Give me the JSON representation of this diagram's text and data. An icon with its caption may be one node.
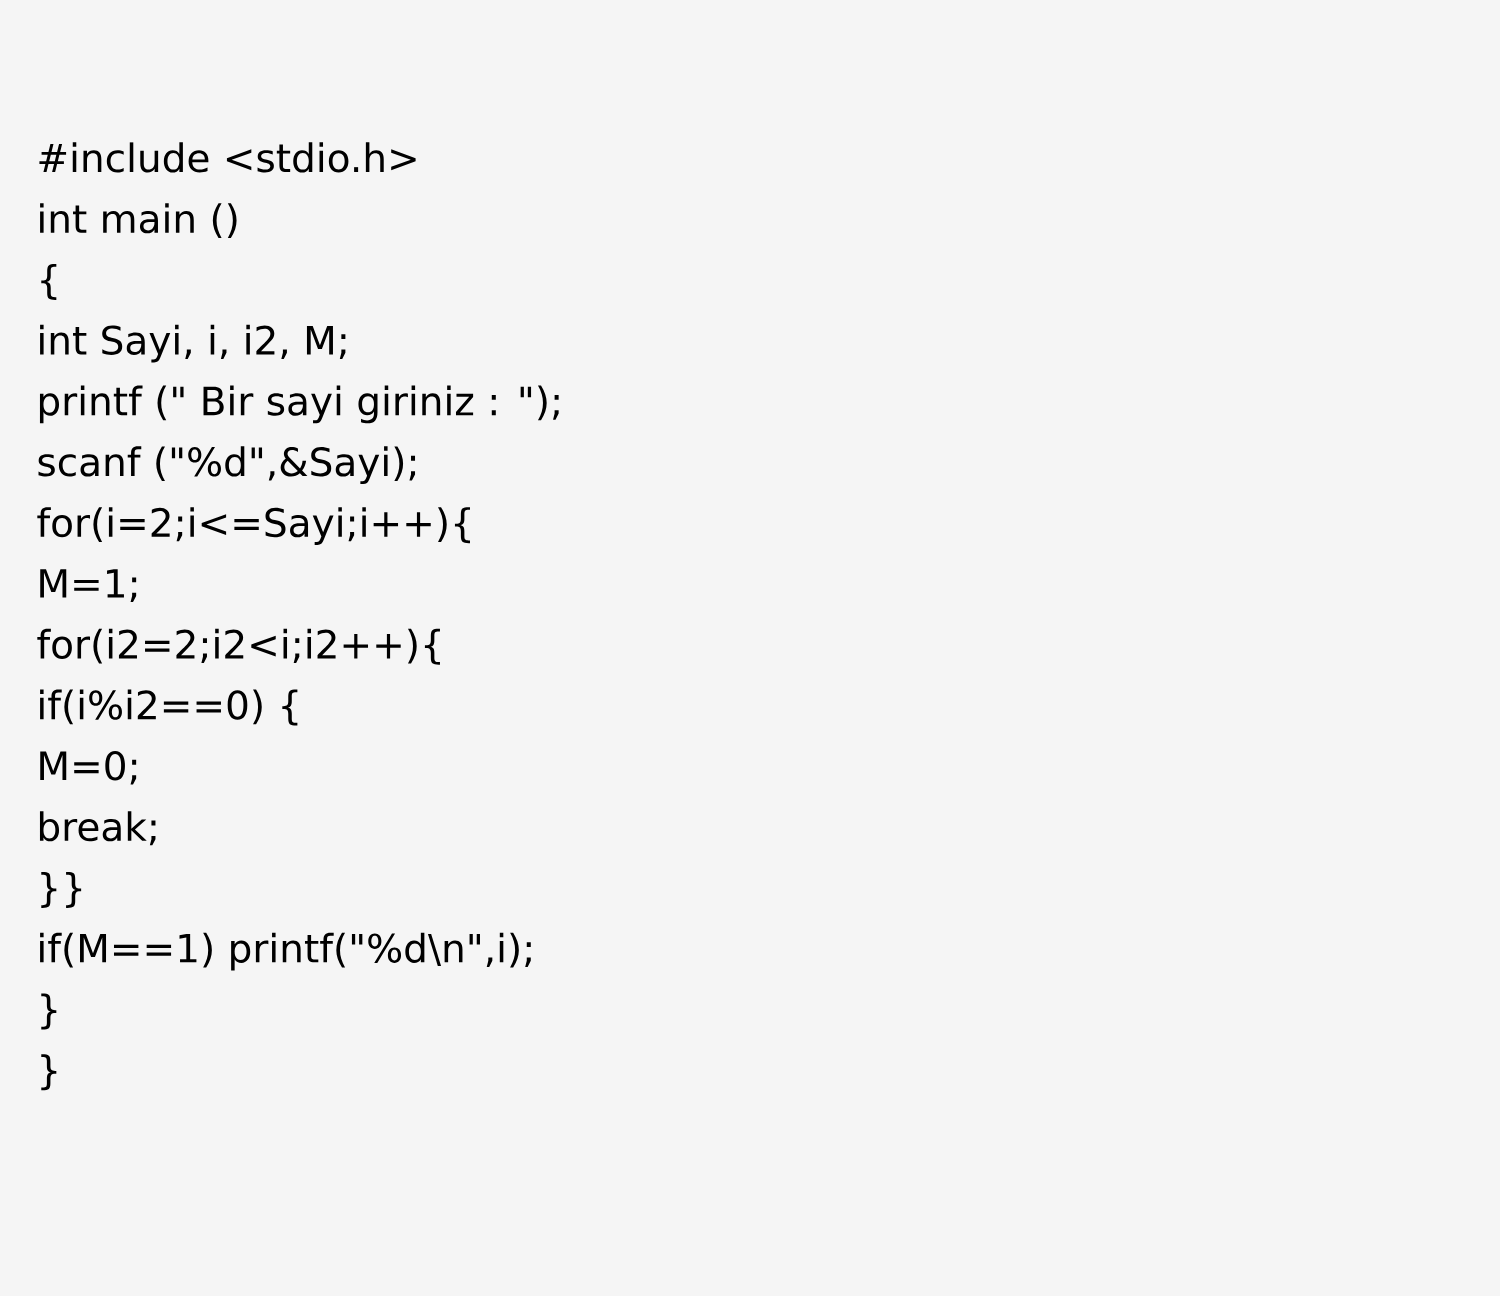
{
  "diagram": {
    "labels": [
      "#include <stdio.h>",
      "int main ()",
      "{",
      "int Sayi, i, i2, M;",
      "printf (\" Bir sayi giriniz : \");",
      "scanf (\"%d\",&Sayi);",
      "for(i=2;i<=Sayi;i++){",
      "M=1;",
      "for(i2=2;i2<i;i2++){",
      "if(i%i2==0) {",
      "M=0;",
      "break;",
      "}}",
      "if(M==1) printf(\"%d\\n\",i);",
      "}",
      "}"
    ]
  }
}
